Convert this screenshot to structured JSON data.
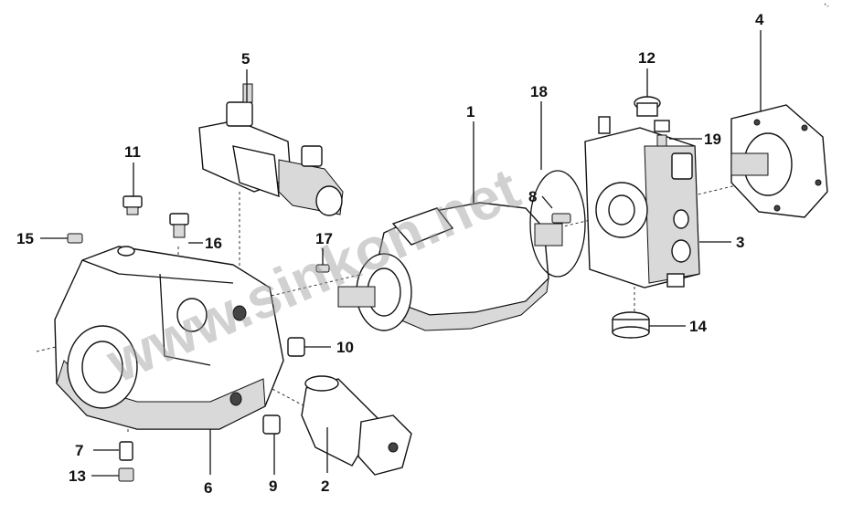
{
  "diagram": {
    "labels": [
      "1",
      "2",
      "3",
      "4",
      "5",
      "6",
      "7",
      "8",
      "9",
      "10",
      "11",
      "12",
      "13",
      "14",
      "15",
      "16",
      "17",
      "18",
      "19"
    ],
    "watermark": "www.sinkon.net",
    "corner_mark": "ᐩ-"
  }
}
